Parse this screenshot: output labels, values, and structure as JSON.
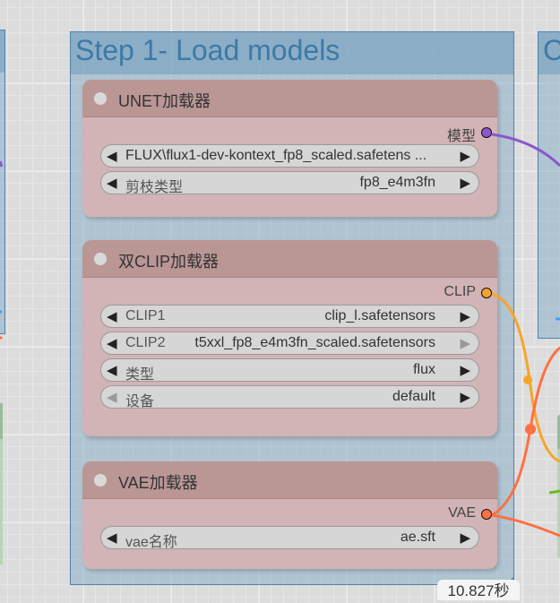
{
  "group": {
    "title": "Step 1- Load models",
    "neighbor_right_title_initial": "C",
    "neighbor_left_title_initial": "C"
  },
  "nodes": [
    {
      "title": "UNET加载器",
      "output": {
        "label": "模型",
        "color": "#8b58cc"
      },
      "widgets": [
        {
          "label": "",
          "value": "FLUX\\flux1-dev-kontext_fp8_scaled.safetens ...",
          "left_dim": false,
          "right_dim": false
        },
        {
          "label": "剪枝类型",
          "value": "fp8_e4m3fn",
          "left_dim": false,
          "right_dim": false
        }
      ]
    },
    {
      "title": "双CLIP加载器",
      "output": {
        "label": "CLIP",
        "color": "#f5a52a"
      },
      "widgets": [
        {
          "label": "CLIP1",
          "value": "clip_l.safetensors",
          "left_dim": false,
          "right_dim": false
        },
        {
          "label": "CLIP2",
          "value": "t5xxl_fp8_e4m3fn_scaled.safetensors",
          "left_dim": false,
          "right_dim": true
        },
        {
          "label": "类型",
          "value": "flux",
          "left_dim": false,
          "right_dim": false
        },
        {
          "label": "设备",
          "value": "default",
          "left_dim": true,
          "right_dim": false
        }
      ]
    },
    {
      "title": "VAE加载器",
      "output": {
        "label": "VAE",
        "color": "#ff7043"
      },
      "widgets": [
        {
          "label": "vae名称",
          "value": "ae.sft",
          "left_dim": false,
          "right_dim": false
        }
      ]
    }
  ],
  "icons": {
    "arrow_left": "◀",
    "arrow_right": "▶"
  },
  "execution_time": "10.827秒",
  "colors": {
    "model_wire": "#8b58cc",
    "clip_wire": "#f5a52a",
    "vae_wire": "#ff7043",
    "group_border": "#4f83ab",
    "node_header": "#ba9795",
    "node_body": "#d2b4b6"
  }
}
